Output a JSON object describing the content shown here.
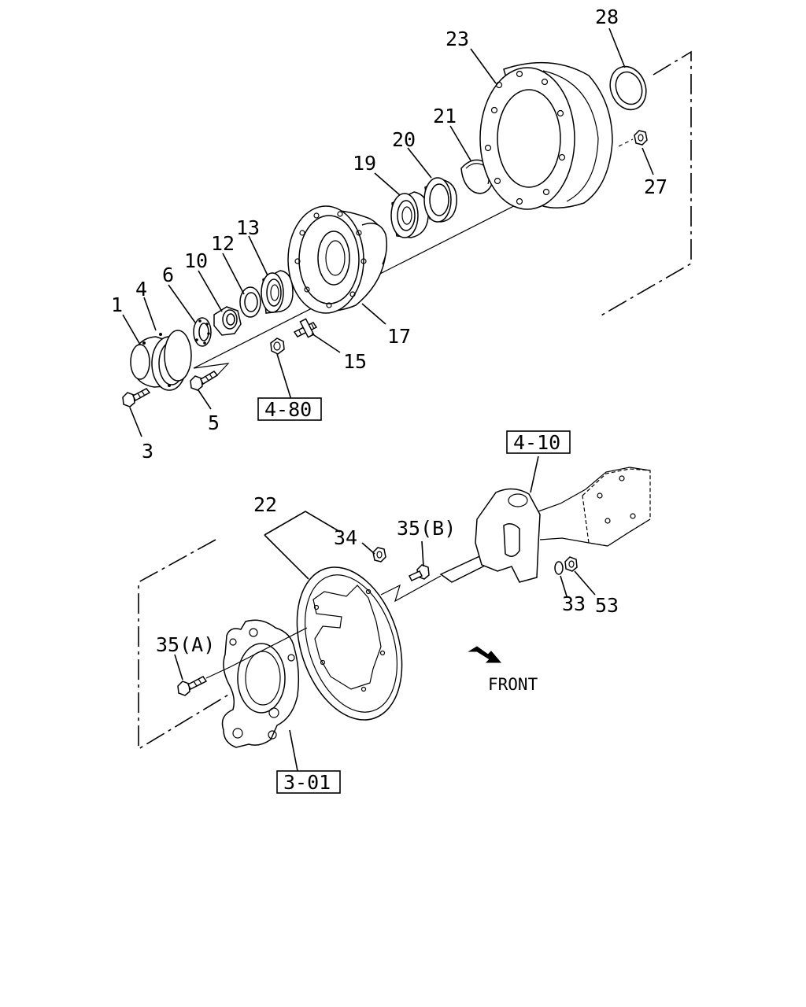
{
  "part_labels": {
    "p1": "1",
    "p3": "3",
    "p4": "4",
    "p5": "5",
    "p6": "6",
    "p10": "10",
    "p12": "12",
    "p13": "13",
    "p15": "15",
    "p17": "17",
    "p19": "19",
    "p20": "20",
    "p21": "21",
    "p22": "22",
    "p23": "23",
    "p27": "27",
    "p28": "28",
    "p33": "33",
    "p34": "34",
    "p35a": "35(A)",
    "p35b": "35(B)",
    "p53": "53"
  },
  "reference_boxes": {
    "r480": "4-80",
    "r410": "4-10",
    "r301": "3-01"
  },
  "direction_label": "FRONT"
}
